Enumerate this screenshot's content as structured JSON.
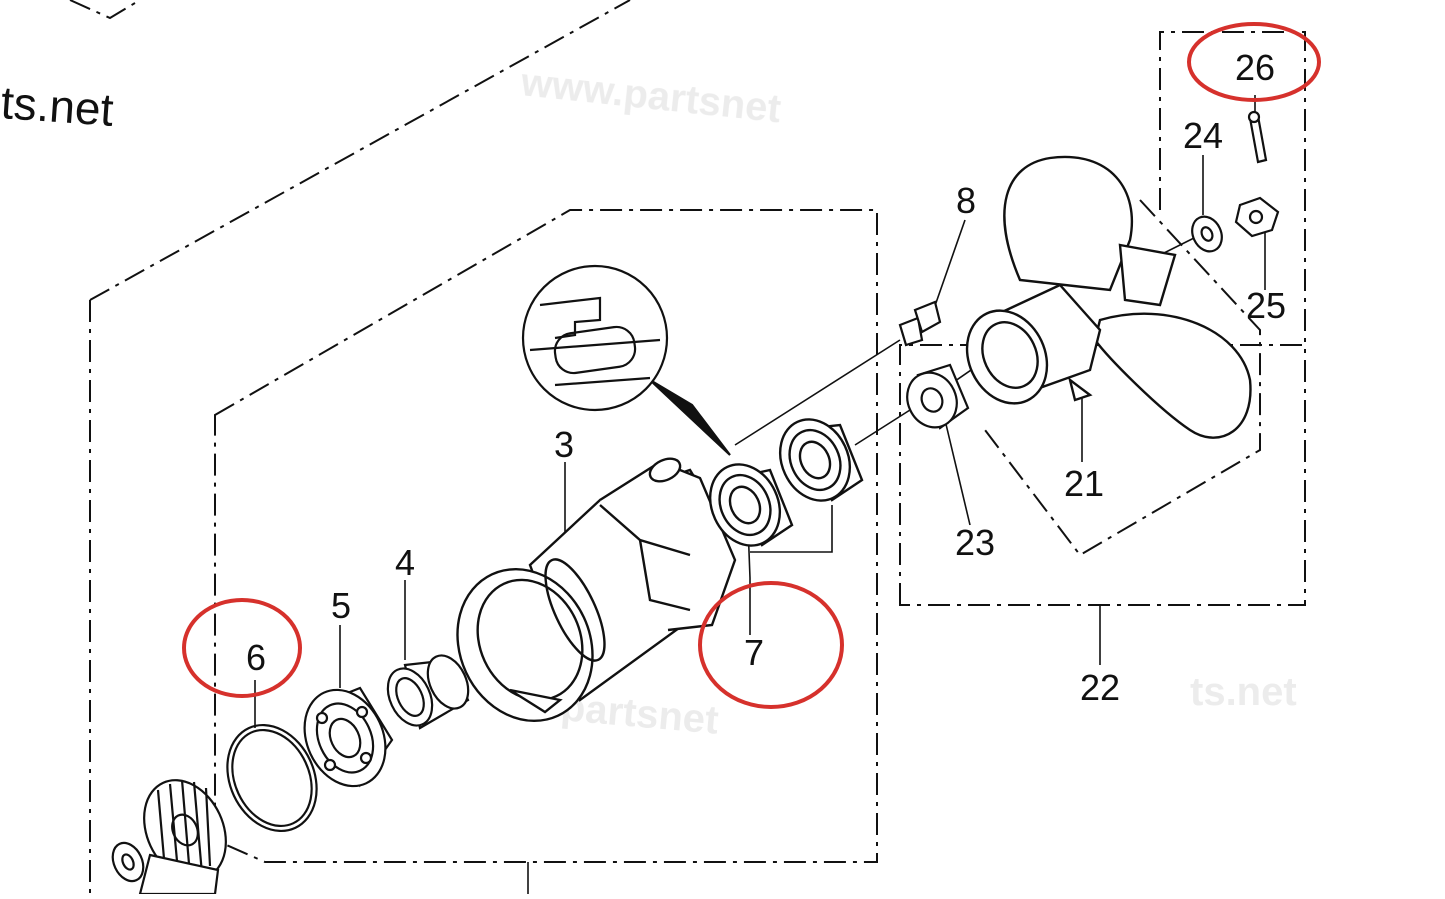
{
  "watermark": {
    "text_main": "ts.net",
    "faint": [
      "www.partsnet",
      "partsnet",
      "ts.net"
    ]
  },
  "callouts": {
    "n3": "3",
    "n4": "4",
    "n5": "5",
    "n6": "6",
    "n7": "7",
    "n8": "8",
    "n21": "21",
    "n22": "22",
    "n23": "23",
    "n24": "24",
    "n25": "25",
    "n26": "26"
  },
  "highlighted_callouts": [
    "6",
    "7",
    "26"
  ],
  "colors": {
    "line": "#111111",
    "highlight": "#d6312c",
    "watermark": "#bdbdbd",
    "background": "#ffffff"
  }
}
